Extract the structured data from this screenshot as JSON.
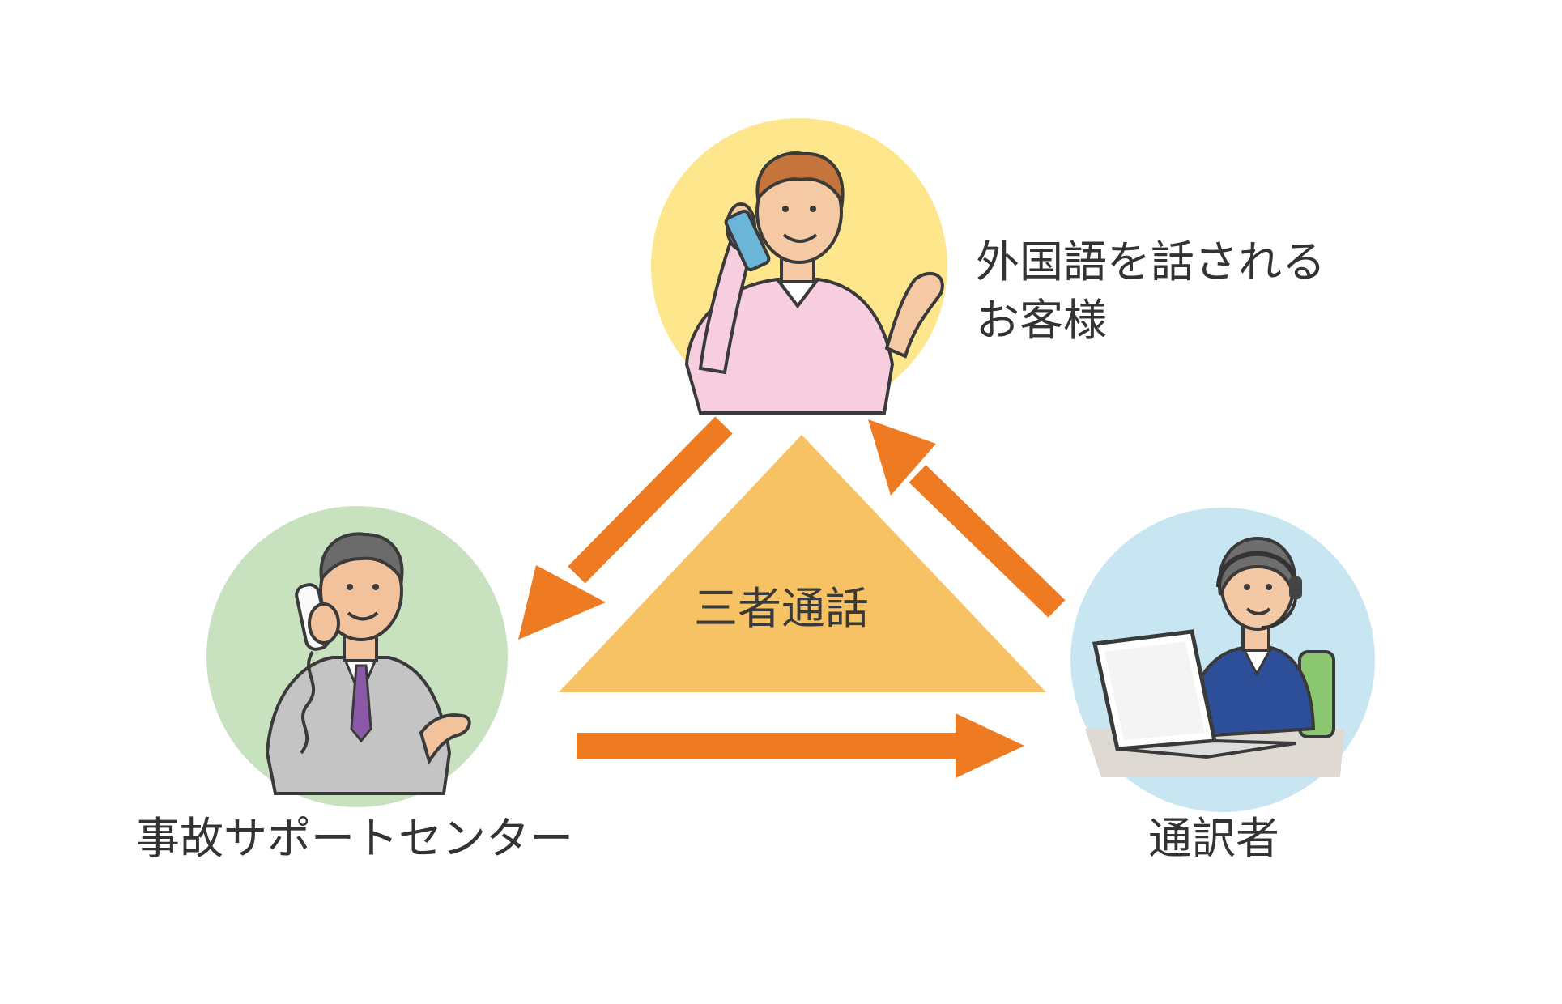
{
  "labels": {
    "customer_line1": "外国語を話される",
    "customer_line2": "お客様",
    "support_center": "事故サポートセンター",
    "interpreter": "通訳者",
    "center": "三者通話"
  },
  "colors": {
    "arrow": "#ee7a22",
    "triangle": "#f7c263",
    "customer_circle": "#fde68c",
    "support_circle": "#c8e2c0",
    "interpreter_circle": "#c8e6f2",
    "text": "#333333"
  },
  "icons": {
    "customer": "man-on-smartphone-icon",
    "support_center": "businessman-on-desk-phone-icon",
    "interpreter": "woman-with-headset-and-laptop-icon"
  }
}
